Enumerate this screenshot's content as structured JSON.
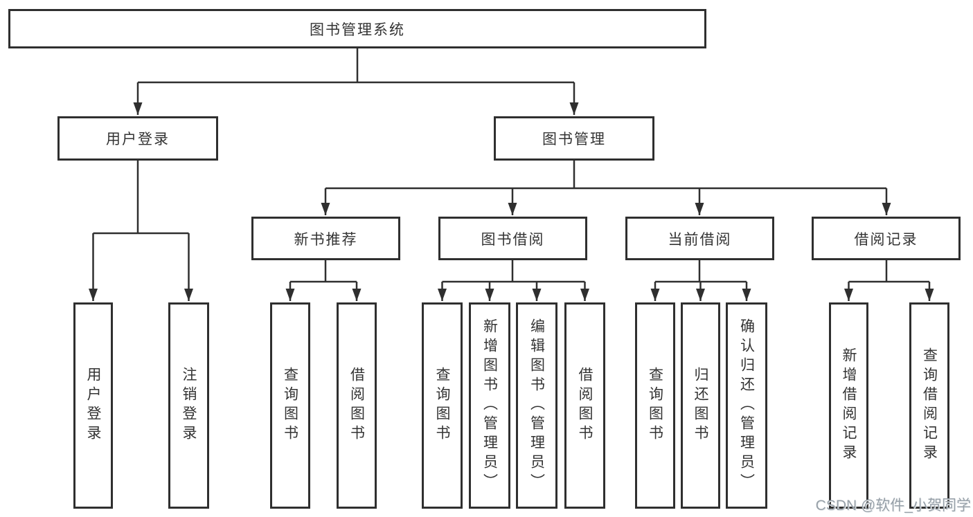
{
  "tree": {
    "root": {
      "label": "图书管理系统",
      "children": [
        {
          "label": "用户登录",
          "children": [
            {
              "label": "用户登录"
            },
            {
              "label": "注销登录"
            }
          ]
        },
        {
          "label": "图书管理",
          "children": [
            {
              "label": "新书推荐",
              "children": [
                {
                  "label": "查询图书"
                },
                {
                  "label": "借阅图书"
                }
              ]
            },
            {
              "label": "图书借阅",
              "children": [
                {
                  "label": "查询图书"
                },
                {
                  "label": "新增图书（管理员）"
                },
                {
                  "label": "编辑图书（管理员）"
                },
                {
                  "label": "借阅图书"
                }
              ]
            },
            {
              "label": "当前借阅",
              "children": [
                {
                  "label": "查询图书"
                },
                {
                  "label": "归还图书"
                },
                {
                  "label": "确认归还（管理员）"
                }
              ]
            },
            {
              "label": "借阅记录",
              "children": [
                {
                  "label": "新增借阅记录"
                },
                {
                  "label": "查询借阅记录"
                }
              ]
            }
          ]
        }
      ]
    }
  },
  "watermark": "CSDN @软件_小贺同学",
  "colors": {
    "line": "#2f2f2f",
    "text": "#333333",
    "watermark": "#97a0a8",
    "background": "#ffffff"
  }
}
